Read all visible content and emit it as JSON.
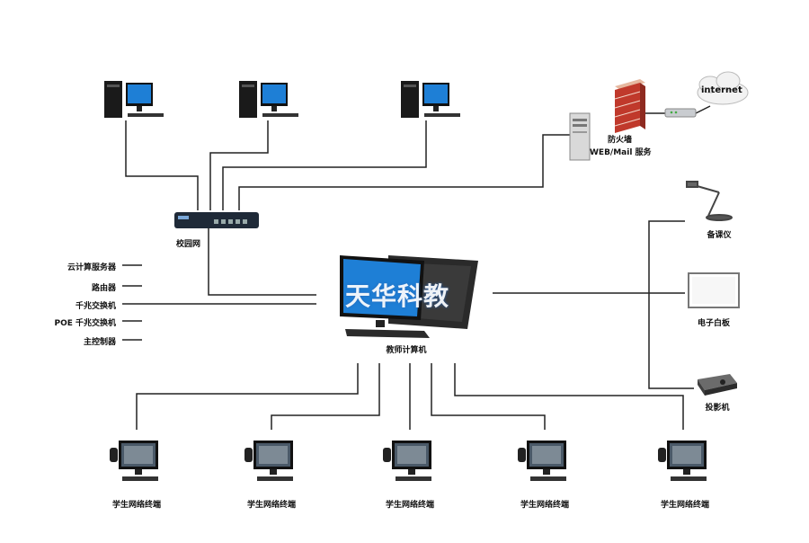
{
  "watermark": "天华科教",
  "nodes": {
    "campus_network": "校园网",
    "firewall": "防火墙",
    "web_mail": "WEB/Mail 服务",
    "internet": "internet",
    "teacher_pc": "教师计算机",
    "visualizer": "备课仪",
    "whiteboard": "电子白板",
    "projector": "投影机",
    "student_terminal": "学生网络终端"
  },
  "left_devices": [
    "云计算服务器",
    "路由器",
    "千兆交换机",
    "POE 千兆交换机",
    "主控制器"
  ],
  "colors": {
    "line": "#222222",
    "screen_blue": "#1e7fd6",
    "firewall_red": "#c0392b"
  }
}
